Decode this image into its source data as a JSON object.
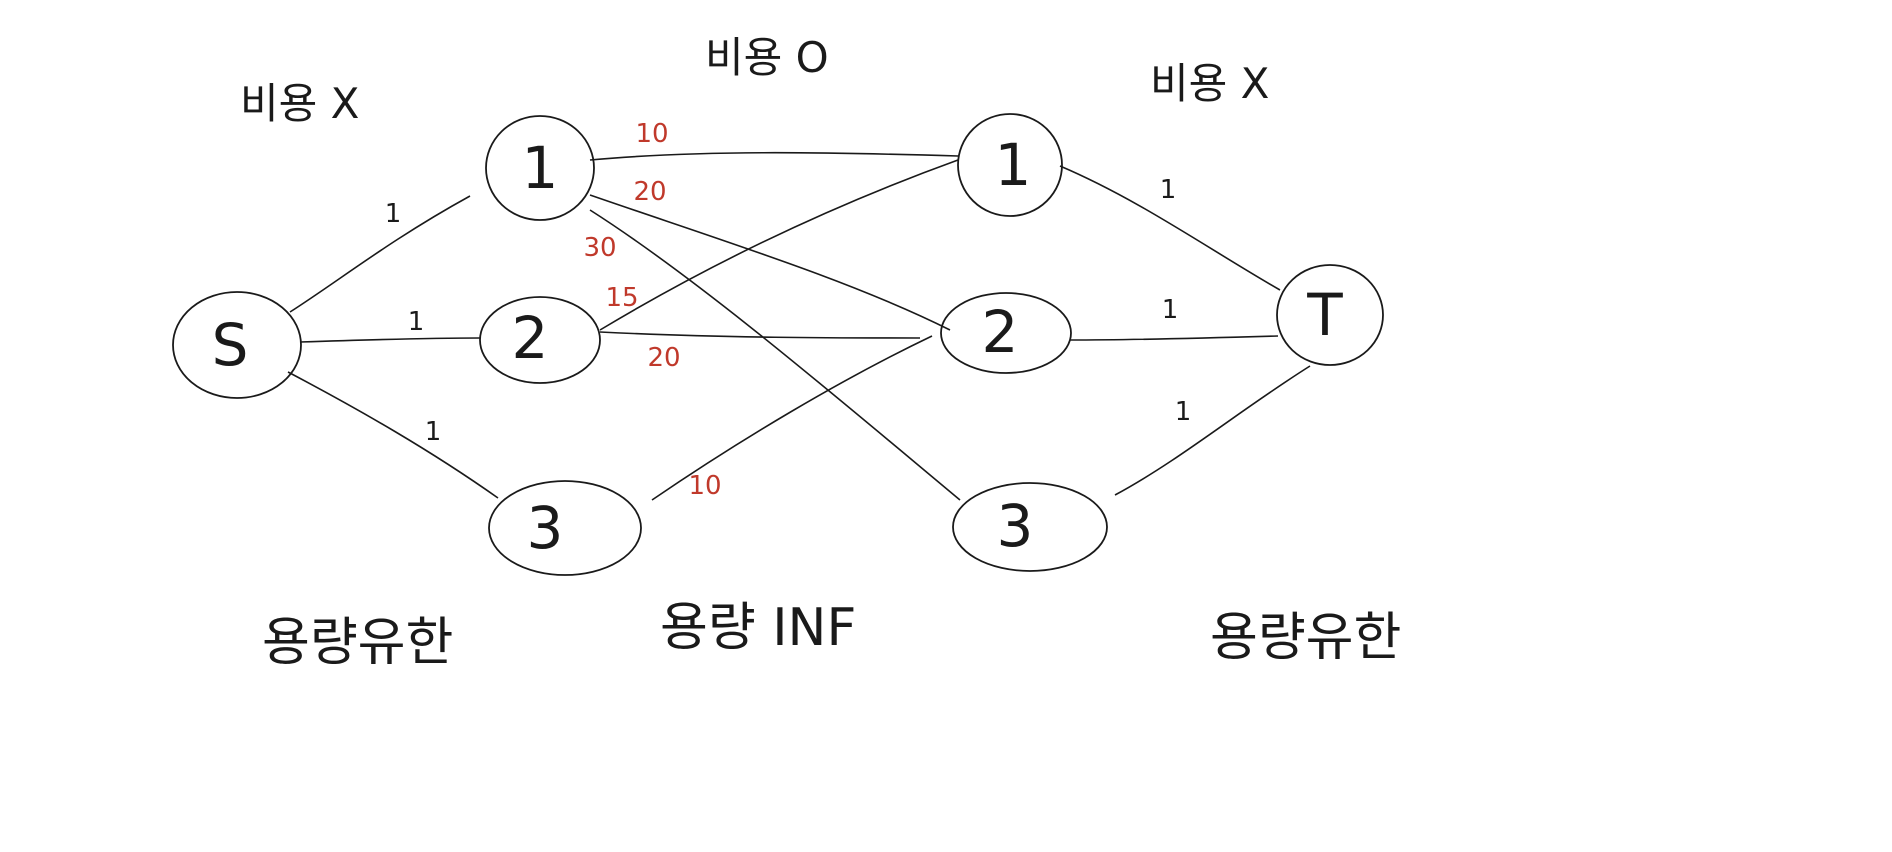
{
  "diagram": {
    "top_labels": {
      "left": "비용 X",
      "middle": "비용 O",
      "right": "비용 X"
    },
    "bottom_labels": {
      "left": "용량유한",
      "middle": "용량 INF",
      "right": "용량유한"
    },
    "nodes": {
      "source": "S",
      "left": [
        "1",
        "2",
        "3"
      ],
      "right": [
        "1",
        "2",
        "3"
      ],
      "sink": "T"
    },
    "edges": {
      "source_to_left": [
        {
          "to": "1",
          "label": "1"
        },
        {
          "to": "2",
          "label": "1"
        },
        {
          "to": "3",
          "label": "1"
        }
      ],
      "middle": [
        {
          "from": "1",
          "to": "1",
          "cost": "10"
        },
        {
          "from": "1",
          "to": "2",
          "cost": "20"
        },
        {
          "from": "1",
          "to": "3",
          "cost": "30"
        },
        {
          "from": "2",
          "to": "1",
          "cost": "15"
        },
        {
          "from": "2",
          "to": "2",
          "cost": "20"
        },
        {
          "from": "3",
          "to": "2",
          "cost": "10"
        }
      ],
      "right_to_sink": [
        {
          "from": "1",
          "label": "1"
        },
        {
          "from": "2",
          "label": "1"
        },
        {
          "from": "3",
          "label": "1"
        }
      ]
    },
    "colors": {
      "stroke": "#1a1a1a",
      "cost_text": "#c0392b",
      "background": "#ffffff"
    }
  }
}
